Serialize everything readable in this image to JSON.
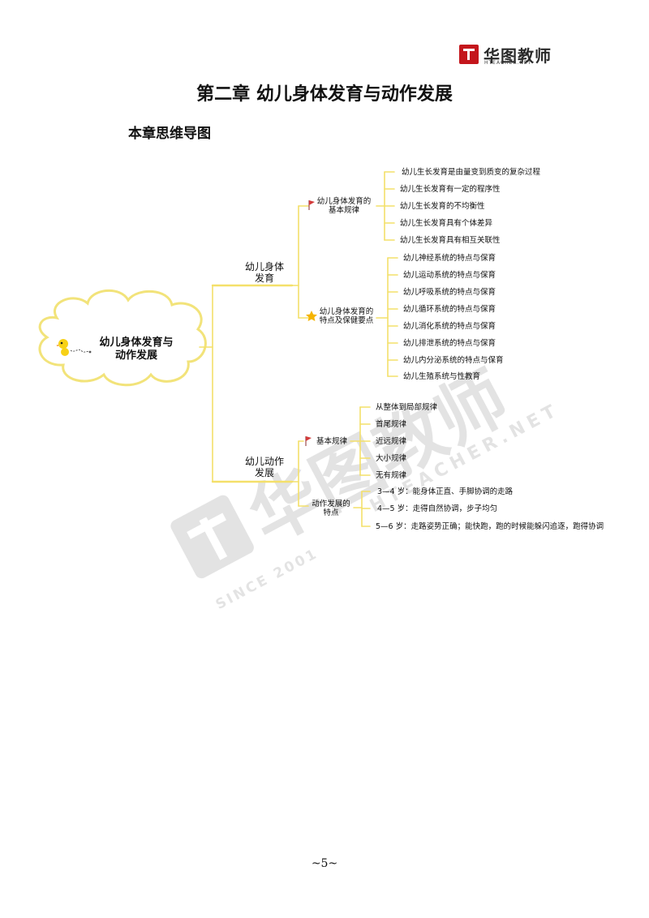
{
  "header": {
    "brand_name": "华图教师",
    "brand_sub": "HTEACHER.NET",
    "brand_since": "SINCE 2001"
  },
  "title": "第二章  幼儿身体发育与动作发展",
  "section_title": "本章思维导图",
  "mindmap": {
    "root": [
      "幼儿身体发育与",
      "动作发展"
    ],
    "branch1": {
      "label": [
        "幼儿身体",
        "发育"
      ],
      "sub1": {
        "label": [
          "幼儿身体发育的",
          "基本规律"
        ],
        "icon": "red-flag-icon",
        "leaves": [
          "幼儿生长发育是由量变到质变的复杂过程",
          "幼儿生长发育有一定的程序性",
          "幼儿生长发育的不均衡性",
          "幼儿生长发育具有个体差异",
          "幼儿生长发育具有相互关联性"
        ]
      },
      "sub2": {
        "label": [
          "幼儿身体发育的",
          "特点及保健要点"
        ],
        "icon": "star-icon",
        "leaves": [
          "幼儿神经系统的特点与保育",
          "幼儿运动系统的特点与保育",
          "幼儿呼吸系统的特点与保育",
          "幼儿循环系统的特点与保育",
          "幼儿消化系统的特点与保育",
          "幼儿排泄系统的特点与保育",
          "幼儿内分泌系统的特点与保育",
          "幼儿生殖系统与性教育"
        ]
      }
    },
    "branch2": {
      "label": [
        "幼儿动作",
        "发展"
      ],
      "sub1": {
        "label": [
          "基本规律"
        ],
        "icon": "red-flag-icon",
        "leaves": [
          "从整体到局部规律",
          "首尾规律",
          "近远规律",
          "大小规律",
          "无有规律"
        ]
      },
      "sub2": {
        "label": [
          "动作发展的",
          "特点"
        ],
        "leaves": [
          "3—4 岁：能身体正直、手脚协调的走路",
          "4—5 岁：走得自然协调，步子均匀",
          "5—6 岁：走路姿势正确；能快跑，跑的时候能躲闪追逐，跑得协调"
        ]
      }
    },
    "colors": {
      "line": "#f4e06a",
      "cloud_stroke": "#f2e37a",
      "flag": "#d23a3a",
      "star": "#f5b400"
    }
  },
  "page_number": "~5~"
}
